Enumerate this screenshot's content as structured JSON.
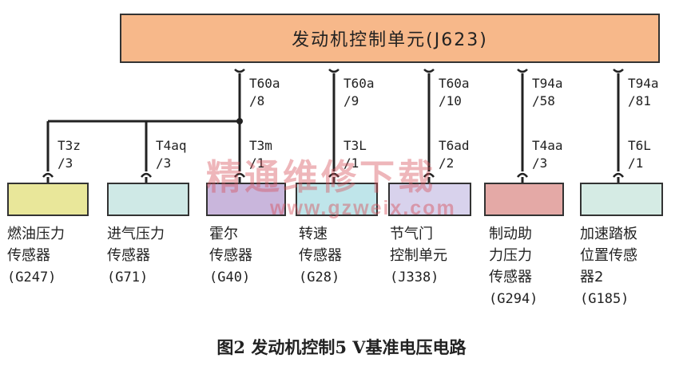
{
  "ecu": {
    "label": "发动机控制单元(J623)",
    "color": "#f7b88a"
  },
  "ecu_pins": [
    {
      "line1": "T60a",
      "line2": "/8"
    },
    {
      "line1": "T60a",
      "line2": "/9"
    },
    {
      "line1": "T60a",
      "line2": "/10"
    },
    {
      "line1": "T94a",
      "line2": "/58"
    },
    {
      "line1": "T94a",
      "line2": "/81"
    }
  ],
  "sensor_pins": [
    {
      "line1": "T3z",
      "line2": "/3"
    },
    {
      "line1": "T4aq",
      "line2": "/3"
    },
    {
      "line1": "T3m",
      "line2": "/1"
    },
    {
      "line1": "T3L",
      "line2": "/1"
    },
    {
      "line1": "T6ad",
      "line2": "/2"
    },
    {
      "line1": "T4aa",
      "line2": "/3"
    },
    {
      "line1": "T6L",
      "line2": "/1"
    }
  ],
  "sensors": [
    {
      "lines": [
        "燃油压力",
        "传感器"
      ],
      "code": "(G247)",
      "color": "#e9e79a"
    },
    {
      "lines": [
        "进气压力",
        "传感器"
      ],
      "code": "(G71)",
      "color": "#cfe9e6"
    },
    {
      "lines": [
        "霍尔",
        "传感器"
      ],
      "code": "(G40)",
      "color": "#c9b6dc"
    },
    {
      "lines": [
        "转速",
        "传感器"
      ],
      "code": "(G28)",
      "color": "#bfe5ea"
    },
    {
      "lines": [
        "节气门",
        "控制单元"
      ],
      "code": "(J338)",
      "color": "#d8d2ec"
    },
    {
      "lines": [
        "制动助",
        "力压力",
        "传感器"
      ],
      "code": "(G294)",
      "color": "#e4a9a6"
    },
    {
      "lines": [
        "加速踏板",
        "位置传感",
        "器2"
      ],
      "code": "(G185)",
      "color": "#d5ebe4"
    }
  ],
  "watermark": {
    "line1": "精通维修下载",
    "line2": "www.gzweix.com"
  },
  "caption": "图2   发动机控制5 V基准电压电路"
}
